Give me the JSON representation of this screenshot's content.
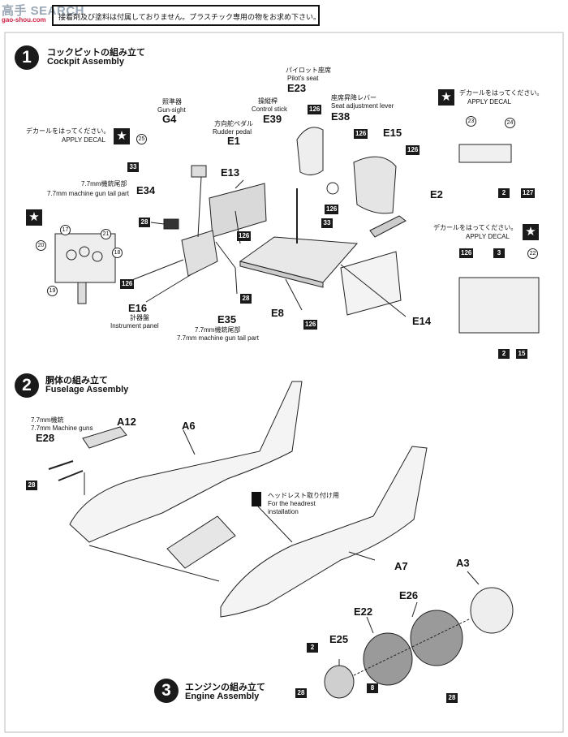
{
  "watermark": {
    "brand": "高手 SEARCH",
    "url": "gao-shou.com"
  },
  "notice": "接着剤及び塗料は付属しておりません。プラスチック専用の物をお求め下さい。",
  "steps": [
    {
      "num": "1",
      "jp": "コックピットの組み立て",
      "en": "Cockpit Assembly"
    },
    {
      "num": "2",
      "jp": "胴体の組み立て",
      "en": "Fuselage Assembly"
    },
    {
      "num": "3",
      "jp": "エンジンの組み立て",
      "en": "Engine Assembly"
    }
  ],
  "decal": {
    "jp": "デカールをはってください。",
    "en": "APPLY DECAL"
  },
  "cockpit": {
    "pilot_seat": {
      "jp": "パイロット座席",
      "en": "Pilot's seat",
      "part": "E23"
    },
    "control_stick": {
      "jp": "操縦桿",
      "en": "Control stick",
      "part": "E39"
    },
    "seat_lever": {
      "jp": "座席昇降レバー",
      "en": "Seat adjustment lever",
      "part": "E38"
    },
    "gunsight": {
      "jp": "照準器",
      "en": "Gun-sight",
      "part": "G4"
    },
    "rudder_pedal": {
      "jp": "方向舵ペダル",
      "en": "Rudder pedal",
      "part": "E1"
    },
    "mg_tail_left": {
      "jp": "7.7mm機銃尾部",
      "en": "7.7mm machine gun tail part",
      "part": "E34"
    },
    "mg_tail_right": {
      "jp": "7.7mm機銃尾部",
      "en": "7.7mm machine gun tail part",
      "part": "E35"
    },
    "instrument_panel": {
      "jp": "計器盤",
      "en": "Instrument panel",
      "part": "E16"
    },
    "parts": {
      "e15": "E15",
      "e13": "E13",
      "e2": "E2",
      "e8": "E8",
      "e14": "E14"
    }
  },
  "fuselage": {
    "machine_guns": {
      "jp": "7.7mm機銃",
      "en": "7.7mm Machine guns",
      "part": "E28"
    },
    "headrest": {
      "jp": "ヘッドレスト取り付け用",
      "en": "For the headrest installation"
    },
    "parts": {
      "a12": "A12",
      "a6": "A6",
      "a7": "A7"
    }
  },
  "engine": {
    "parts": {
      "a3": "A3",
      "e26": "E26",
      "e22": "E22",
      "e25": "E25"
    }
  },
  "color_tags": {
    "c126": "126",
    "c33": "33",
    "c28": "28",
    "c2": "2",
    "c127": "127",
    "c3": "3",
    "c15": "15",
    "c8": "8"
  },
  "decal_numbers": {
    "n17": "17",
    "n18": "18",
    "n19": "19",
    "n20": "20",
    "n21": "21",
    "n22": "22",
    "n23": "23",
    "n24": "24",
    "n25": "25"
  }
}
